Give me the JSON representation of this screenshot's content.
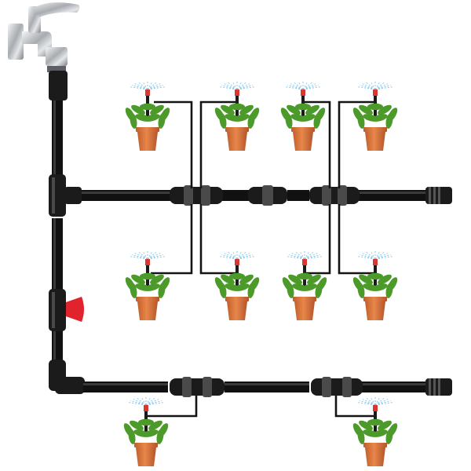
{
  "scene": {
    "subject": "drip-irrigation-kit",
    "components": {
      "faucet": "tap-icon",
      "valve_handle": "red-valve-handle",
      "end_plug": "end-cap",
      "sprayer": "micro-sprinkler",
      "plant": "potted-plant"
    },
    "colors": {
      "pipe": "#111111",
      "valve": "#e0232c",
      "pot": "#d9743c",
      "leaf": "#4c9a2a",
      "spray": "#8ec9e8",
      "faucet": "#b9bcc0"
    },
    "plants": {
      "top_row": 4,
      "middle_row": 4,
      "bottom_row": 2
    }
  }
}
